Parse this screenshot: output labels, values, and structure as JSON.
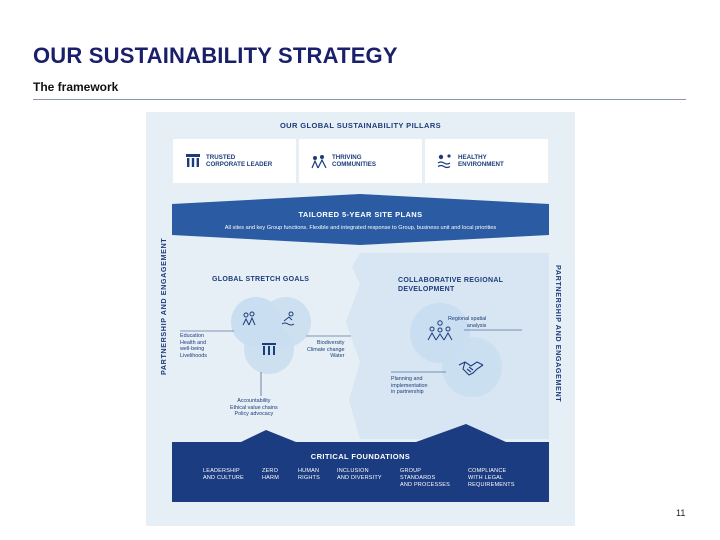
{
  "slide": {
    "title": "OUR SUSTAINABILITY STRATEGY",
    "subtitle": "The framework",
    "page_number": "11"
  },
  "framework": {
    "pillars_heading": "OUR GLOBAL SUSTAINABILITY PILLARS",
    "pillars": [
      {
        "label": "TRUSTED\nCORPORATE LEADER",
        "icon": "columns-icon"
      },
      {
        "label": "THRIVING\nCOMMUNITIES",
        "icon": "people-growth-icon"
      },
      {
        "label": "HEALTHY\nENVIRONMENT",
        "icon": "water-leaf-icon"
      }
    ],
    "site_plans": {
      "title": "TAILORED 5-YEAR SITE PLANS",
      "description": "All sites and key Group functions. Flexible and integrated response to Group, business unit and local priorities"
    },
    "side_label": "PARTNERSHIP AND ENGAGEMENT",
    "global_goals": {
      "title": "GLOBAL STRETCH GOALS",
      "social": "Education\nHealth and\nwell-being\nLivelihoods",
      "environment": "Biodiversity\nClimate change\nWater",
      "governance": "Accountability\nEthical value chains\nPolicy advocacy"
    },
    "regional": {
      "title": "COLLABORATIVE REGIONAL\nDEVELOPMENT",
      "analysis": "Regional spatial\nanalysis",
      "planning": "Planning and\nimplementation\nin partnership"
    },
    "foundations": {
      "title": "CRITICAL FOUNDATIONS",
      "items": [
        "LEADERSHIP\nAND CULTURE",
        "ZERO\nHARM",
        "HUMAN\nRIGHTS",
        "INCLUSION\nAND DIVERSITY",
        "GROUP\nSTANDARDS\nAND PROCESSES",
        "COMPLIANCE\nWITH LEGAL\nREQUIREMENTS"
      ]
    },
    "colors": {
      "navy": "#1d3d7a",
      "band_blue": "#2a5ba3",
      "dark_blue": "#1b3c80",
      "circle_blue": "#c9def0",
      "panel": "#e6eef6"
    }
  }
}
